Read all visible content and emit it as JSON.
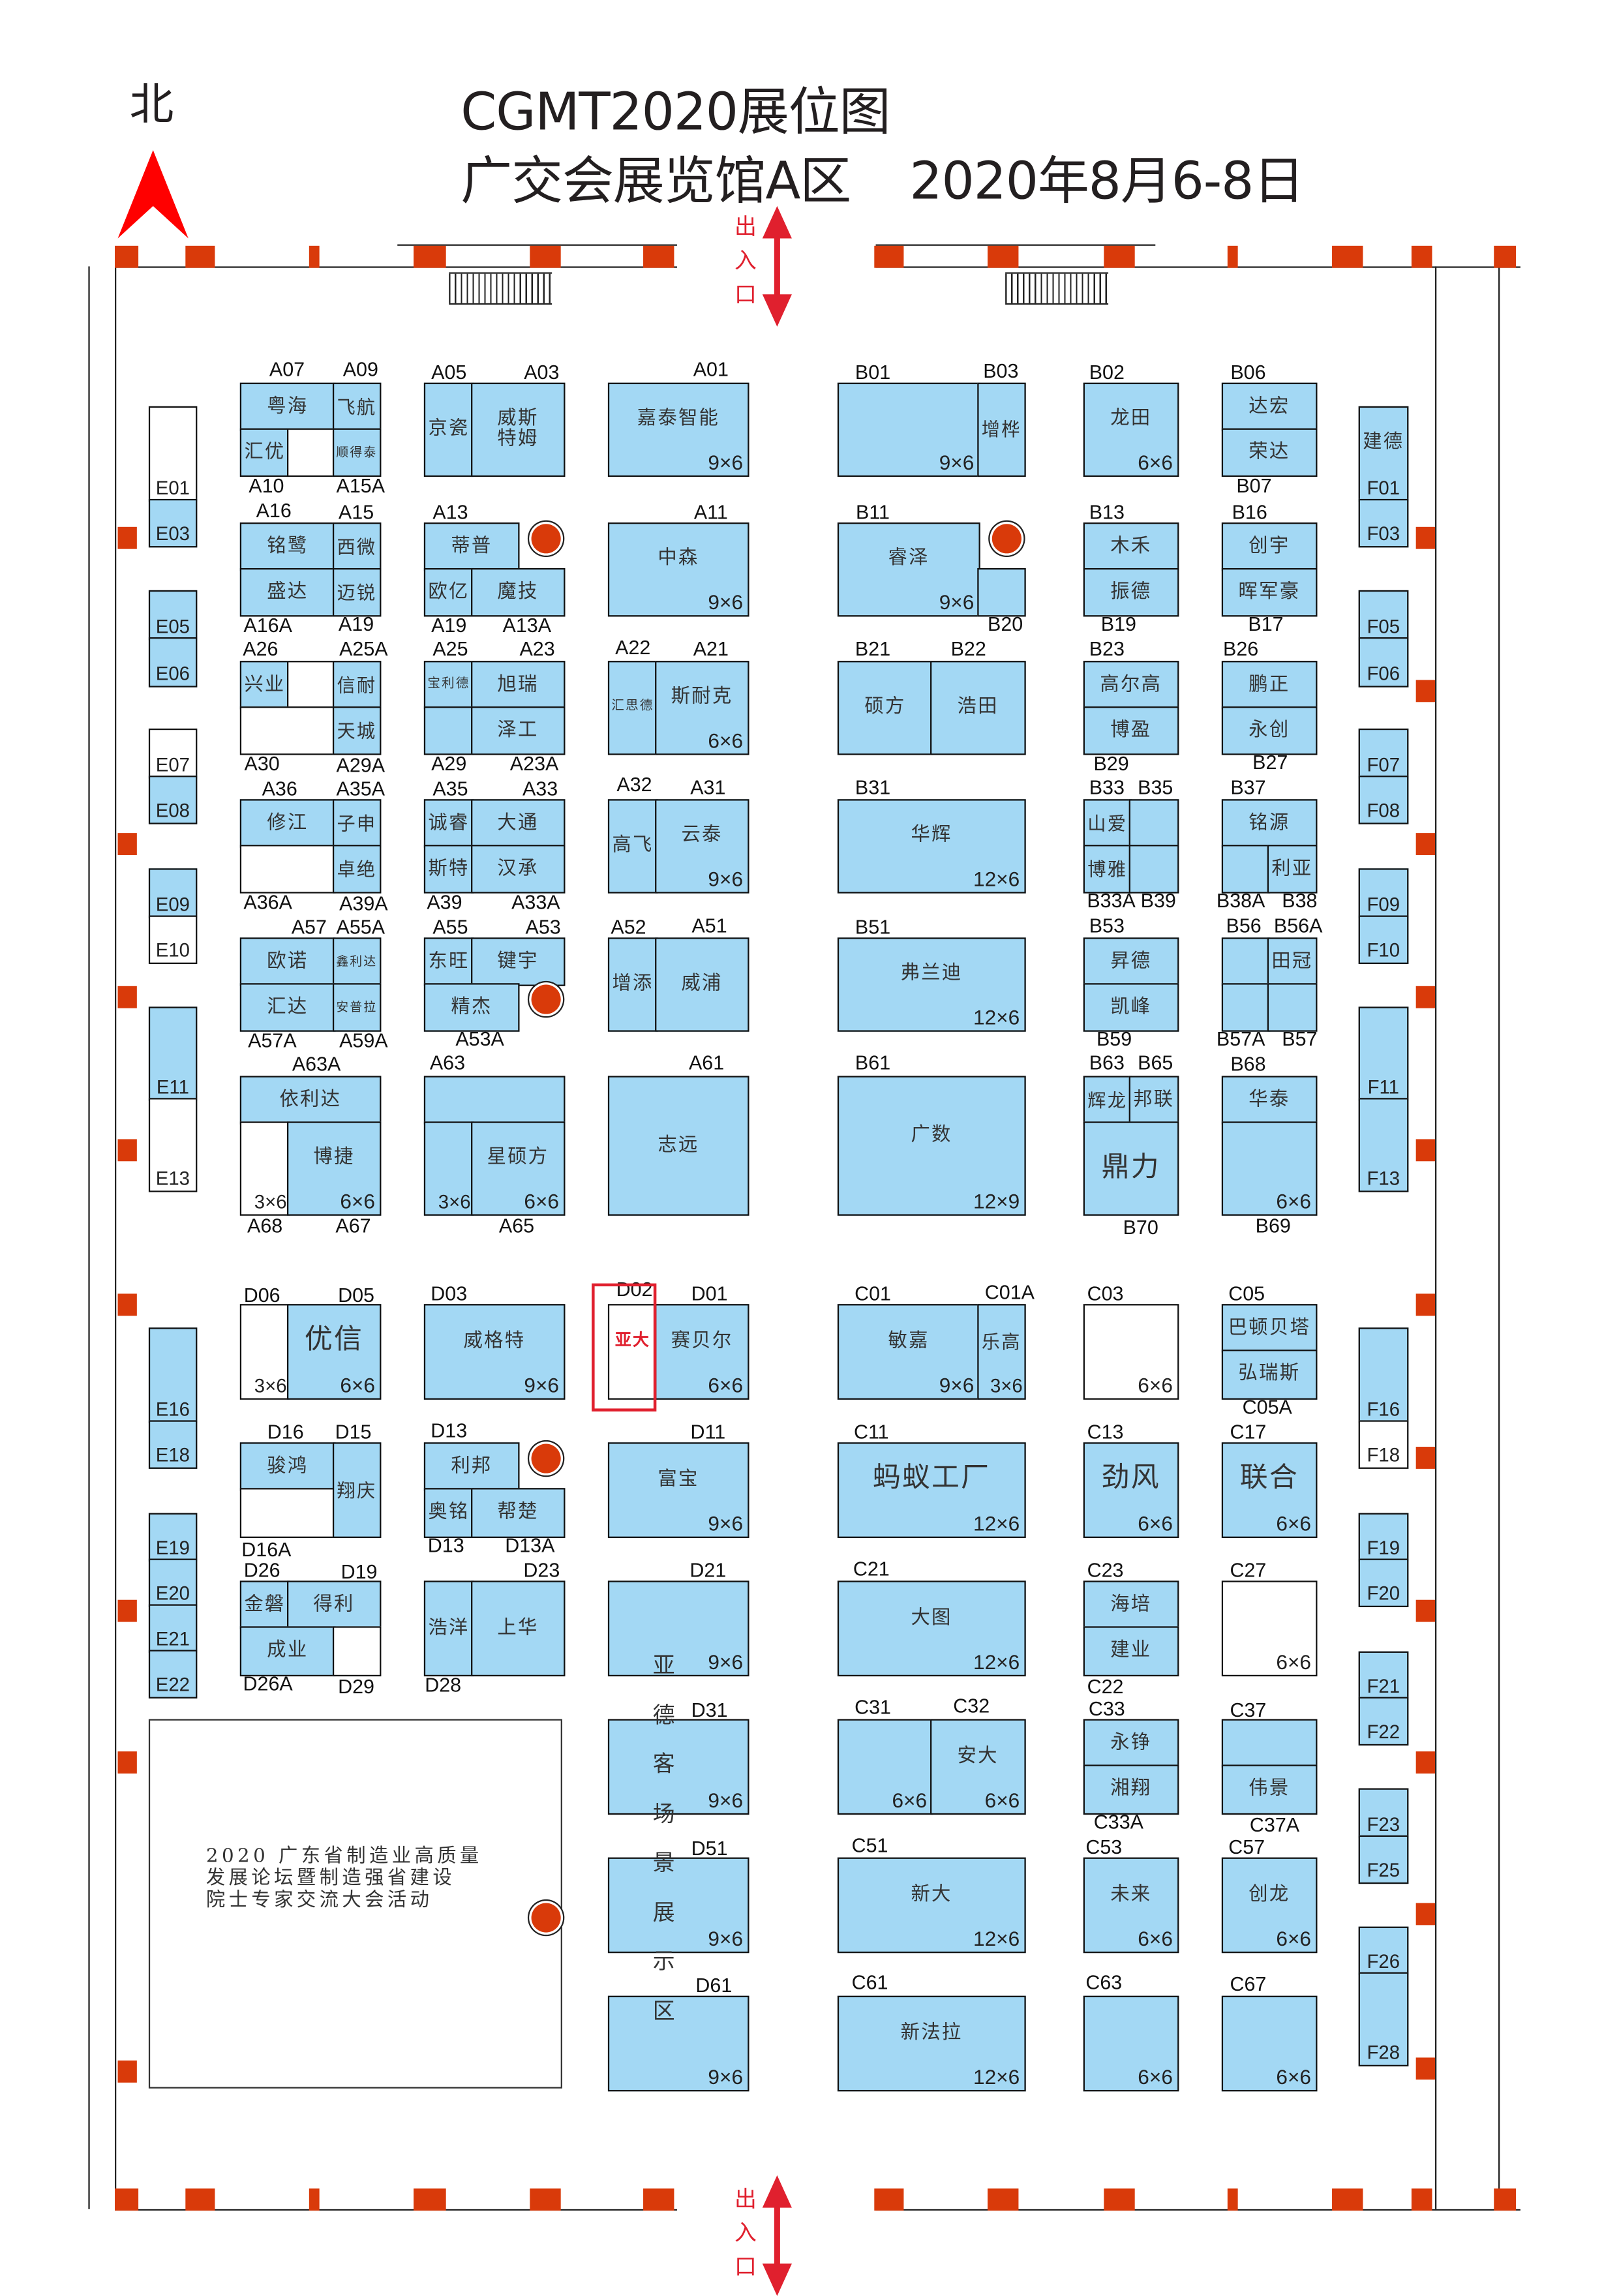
{
  "header": {
    "north": "北",
    "title": "CGMT2020展位图",
    "subtitle": "广交会展览馆A区",
    "date": "2020年8月6-8日"
  },
  "entrances": {
    "top": "出入口",
    "bottom": "出入口"
  },
  "forum": {
    "lines": [
      "2020 广东省制造业高质量",
      "发展论坛暨制造强省建设",
      "院士专家交流大会活动"
    ]
  },
  "showcase_label": "亚德客场景展示区",
  "colors": {
    "booth": "#a3d8f4",
    "pillar": "#d93a0a",
    "accent_red": "#e0202e"
  },
  "booths": [
    {
      "name": "粤海"
    },
    {
      "name": "飞航"
    },
    {
      "name": "汇优"
    },
    {},
    {
      "name": "顺得泰"
    },
    {
      "name": "铭鹭"
    },
    {
      "name": "西微"
    },
    {
      "name": "盛达"
    },
    {
      "name": "迈锐"
    },
    {
      "name": "兴业"
    },
    {},
    {
      "name": "信耐"
    },
    {},
    {
      "name": "天城"
    },
    {
      "name": "修江"
    },
    {
      "name": "子申"
    },
    {},
    {
      "name": "卓绝"
    },
    {
      "name": "欧诺"
    },
    {
      "name": "鑫利达"
    },
    {
      "name": "汇达"
    },
    {
      "name": "安普拉"
    },
    {
      "name": "依利达"
    },
    {
      "size": "3×6"
    },
    {
      "name": "博捷",
      "size": "6×6"
    },
    {
      "name": "京瓷"
    },
    {
      "name": "威斯\n特姆"
    },
    {
      "name": "蒂普"
    },
    {
      "name": "欧亿"
    },
    {
      "name": "魔技"
    },
    {
      "name": "宝利德"
    },
    {
      "name": "旭瑞"
    },
    {},
    {
      "name": "泽工"
    },
    {
      "name": "诚睿"
    },
    {
      "name": "大通"
    },
    {
      "name": "斯特"
    },
    {
      "name": "汉承"
    },
    {
      "name": "东旺"
    },
    {
      "name": "键宇"
    },
    {
      "name": "精杰"
    },
    {},
    {
      "size": "3×6"
    },
    {
      "name": "星硕方",
      "size": "6×6"
    },
    {
      "name": "嘉泰智能",
      "size": "9×6"
    },
    {
      "name": "中森",
      "size": "9×6"
    },
    {
      "name": "汇思德"
    },
    {
      "name": "斯耐克",
      "size": "6×6"
    },
    {
      "name": "高飞"
    },
    {
      "name": "云泰",
      "size": "9×6"
    },
    {
      "name": "增添"
    },
    {
      "name": "威浦"
    },
    {
      "name": "志远"
    },
    {
      "size": "9×6"
    },
    {
      "name": "增桦"
    },
    {
      "name": "睿泽",
      "size": "9×6"
    },
    {},
    {
      "name": "硕方"
    },
    {
      "name": "浩田"
    },
    {
      "name": "华辉",
      "size": "12×6"
    },
    {
      "name": "弗兰迪",
      "size": "12×6"
    },
    {
      "name": "广数",
      "size": "12×9"
    },
    {
      "name": "龙田",
      "size": "6×6"
    },
    {
      "name": "木禾"
    },
    {
      "name": "振德"
    },
    {
      "name": "高尔高"
    },
    {
      "name": "博盈"
    },
    {
      "name": "山爱"
    },
    {},
    {
      "name": "博雅"
    },
    {},
    {
      "name": "昇德"
    },
    {
      "name": "凯峰"
    },
    {
      "name": "辉龙"
    },
    {
      "name": "邦联"
    },
    {
      "name": "鼎力"
    },
    {
      "name": "达宏"
    },
    {
      "name": "荣达"
    },
    {
      "name": "创宇"
    },
    {
      "name": "晖军豪"
    },
    {
      "name": "鹏正"
    },
    {
      "name": "永创"
    },
    {
      "name": "铭源"
    },
    {},
    {
      "name": "利亚"
    },
    {},
    {
      "name": "田冠"
    },
    {},
    {},
    {
      "name": "华泰"
    },
    {
      "size": "6×6"
    },
    {
      "size": "3×6"
    },
    {
      "name": "优信",
      "size": "6×6"
    },
    {
      "name": "威格特",
      "size": "9×6"
    },
    {
      "name": "亚大"
    },
    {
      "name": "赛贝尔",
      "size": "6×6"
    },
    {
      "name": "骏鸿"
    },
    {},
    {
      "name": "翔庆"
    },
    {
      "name": "利邦"
    },
    {
      "name": "奥铭"
    },
    {
      "name": "帮楚"
    },
    {
      "name": "富宝",
      "size": "9×6"
    },
    {
      "name": "金磐"
    },
    {
      "name": "得利"
    },
    {
      "name": "成业"
    },
    {},
    {
      "name": "浩洋"
    },
    {
      "name": "上华"
    },
    {
      "size": "9×6"
    },
    {
      "size": "9×6"
    },
    {
      "size": "9×6"
    },
    {
      "size": "9×6"
    },
    {
      "name": "敏嘉",
      "size": "9×6"
    },
    {
      "name": "乐高",
      "size": "3×6"
    },
    {
      "size": "6×6"
    },
    {
      "name": "巴顿贝塔"
    },
    {
      "name": "弘瑞斯"
    },
    {
      "name": "蚂蚁工厂",
      "size": "12×6"
    },
    {
      "name": "劲风",
      "size": "6×6"
    },
    {
      "name": "联合",
      "size": "6×6"
    },
    {
      "name": "大图",
      "size": "12×6"
    },
    {
      "name": "海培"
    },
    {
      "name": "建业"
    },
    {
      "size": "6×6"
    },
    {
      "size": "6×6"
    },
    {
      "name": "安大",
      "size": "6×6"
    },
    {
      "name": "永铮"
    },
    {
      "name": "湘翔"
    },
    {},
    {
      "name": "伟景"
    },
    {
      "name": "新大",
      "size": "12×6"
    },
    {
      "name": "未来",
      "size": "6×6"
    },
    {
      "name": "创龙",
      "size": "6×6"
    },
    {
      "name": "新法拉",
      "size": "12×6"
    },
    {
      "size": "6×6"
    },
    {
      "size": "6×6"
    },
    {
      "code": "E01"
    },
    {
      "code": "E03"
    },
    {
      "code": "E05"
    },
    {
      "code": "E06"
    },
    {
      "code": "E07"
    },
    {
      "code": "E08"
    },
    {
      "code": "E09"
    },
    {
      "code": "E10"
    },
    {
      "code": "E11"
    },
    {
      "code": "E13"
    },
    {
      "code": "E16"
    },
    {
      "code": "E18"
    },
    {
      "code": "E19"
    },
    {
      "code": "E20"
    },
    {
      "code": "E21"
    },
    {
      "code": "E22"
    },
    {
      "name": "建德",
      "code": "F01"
    },
    {
      "code": "F03"
    },
    {
      "code": "F05"
    },
    {
      "code": "F06"
    },
    {
      "code": "F07"
    },
    {
      "code": "F08"
    },
    {
      "code": "F09"
    },
    {
      "code": "F10"
    },
    {
      "code": "F11"
    },
    {
      "code": "F13"
    },
    {
      "code": "F16"
    },
    {
      "code": "F18"
    },
    {
      "code": "F19"
    },
    {
      "code": "F20"
    },
    {
      "code": "F21"
    },
    {
      "code": "F22"
    },
    {
      "code": "F23"
    },
    {
      "code": "F25"
    },
    {
      "code": "F26"
    },
    {
      "code": "F28"
    }
  ],
  "codes": [
    "A07",
    "A09",
    "A10",
    "A15A",
    "A16",
    "A15",
    "A16A",
    "A19",
    "A26",
    "A25A",
    "A30",
    "A29A",
    "A36",
    "A35A",
    "A36A",
    "A39A",
    "A57",
    "A55A",
    "A57A",
    "A59A",
    "A63A",
    "A68",
    "A67",
    "A05",
    "A03",
    "A13",
    "A19",
    "A13A",
    "A25",
    "A23",
    "A29",
    "A23A",
    "A35",
    "A33",
    "A39",
    "A33A",
    "A55",
    "A53",
    "A53A",
    "A63",
    "A65",
    "A01",
    "A11",
    "A22",
    "A21",
    "A32",
    "A31",
    "A52",
    "A51",
    "A61",
    "B01",
    "B03",
    "B11",
    "B20",
    "B21",
    "B22",
    "B31",
    "B51",
    "B61",
    "B02",
    "B13",
    "B19",
    "B23",
    "B29",
    "B33",
    "B35",
    "B33A",
    "B39",
    "B53",
    "B59",
    "B63",
    "B65",
    "B70",
    "B06",
    "B07",
    "B16",
    "B17",
    "B26",
    "B27",
    "B37",
    "B38A",
    "B38",
    "B56",
    "B56A",
    "B57A",
    "B57",
    "B68",
    "B69",
    "D06",
    "D05",
    "D03",
    "D02",
    "D01",
    "D16",
    "D15",
    "D16A",
    "D13",
    "D13",
    "D13A",
    "D11",
    "D26",
    "D19",
    "D26A",
    "D29",
    "D23",
    "D28",
    "D21",
    "D31",
    "D51",
    "D61",
    "C01",
    "C01A",
    "C03",
    "C05",
    "C05A",
    "C11",
    "C13",
    "C17",
    "C21",
    "C23",
    "C22",
    "C27",
    "C31",
    "C32",
    "C33",
    "C33A",
    "C37",
    "C37A",
    "C51",
    "C53",
    "C57",
    "C61",
    "C63",
    "C67"
  ]
}
